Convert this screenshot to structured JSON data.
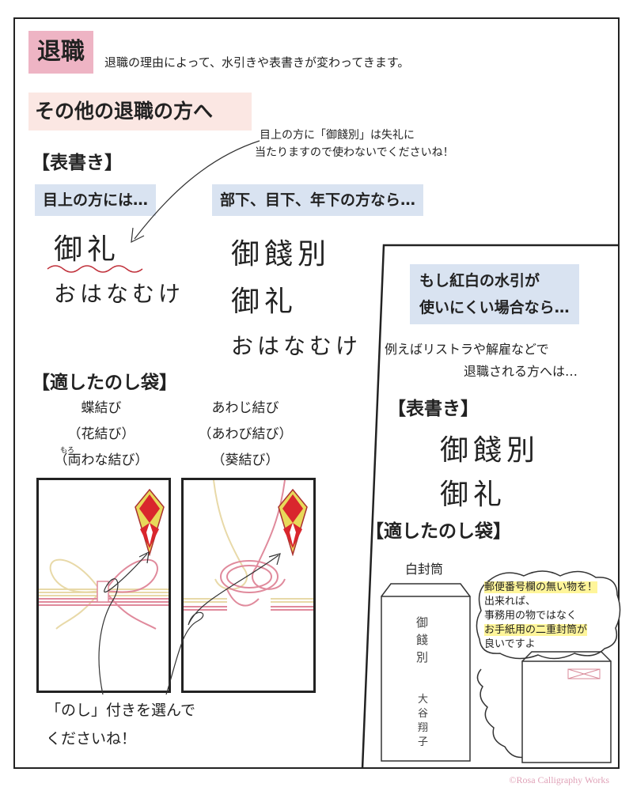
{
  "title": "退職",
  "intro": "退職の理由によって、水引きや表書きが変わってきます。",
  "subtitle": "その他の退職の方へ",
  "note_top": [
    "目上の方に「御餞別」は失礼に",
    "当たりますので使わないでくださいね！"
  ],
  "left": {
    "omote_header": "【表書き】",
    "senior_label": "目上の方には…",
    "senior_items": [
      "御礼",
      "おはなむけ"
    ],
    "junior_label": "部下、目下、年下の方なら…",
    "junior_items": [
      "御餞別",
      "御礼",
      "おはなむけ"
    ],
    "noshi_header": "【適したのし袋】",
    "knot1": [
      "蝶結び",
      "（花結び）",
      "（両わな結び）"
    ],
    "knot1_ruby": "もろ",
    "knot2": [
      "あわじ結び",
      "（あわび結び）",
      "（葵結び）"
    ],
    "noshi_note": [
      "「のし」付きを選んで",
      "くださいね！"
    ]
  },
  "right": {
    "case_label": [
      "もし紅白の水引が",
      "使いにくい場合なら…"
    ],
    "case_note": [
      "例えばリストラや解雇などで",
      "退職される方へは…"
    ],
    "omote_header": "【表書き】",
    "items": [
      "御餞別",
      "御礼"
    ],
    "noshi_header": "【適したのし袋】",
    "envelope_label": "白封筒",
    "envelope_front": "御餞別",
    "envelope_name": "大谷翔子",
    "bubble_lines": [
      "郵便番号欄の無い物を！",
      "出来れば、",
      "事務用の物ではなく",
      "お手紙用の二重封筒が",
      "良いですよ"
    ]
  },
  "copyright": "©Rosa Calligraphy Works",
  "colors": {
    "pink": "#eeb4c4",
    "blush": "#fbe7e3",
    "blue": "#d9e3f1",
    "highlight": "#fff59a",
    "mizuhiki_red": "#e08a9c",
    "mizuhiki_gold": "#e8d9a8"
  }
}
